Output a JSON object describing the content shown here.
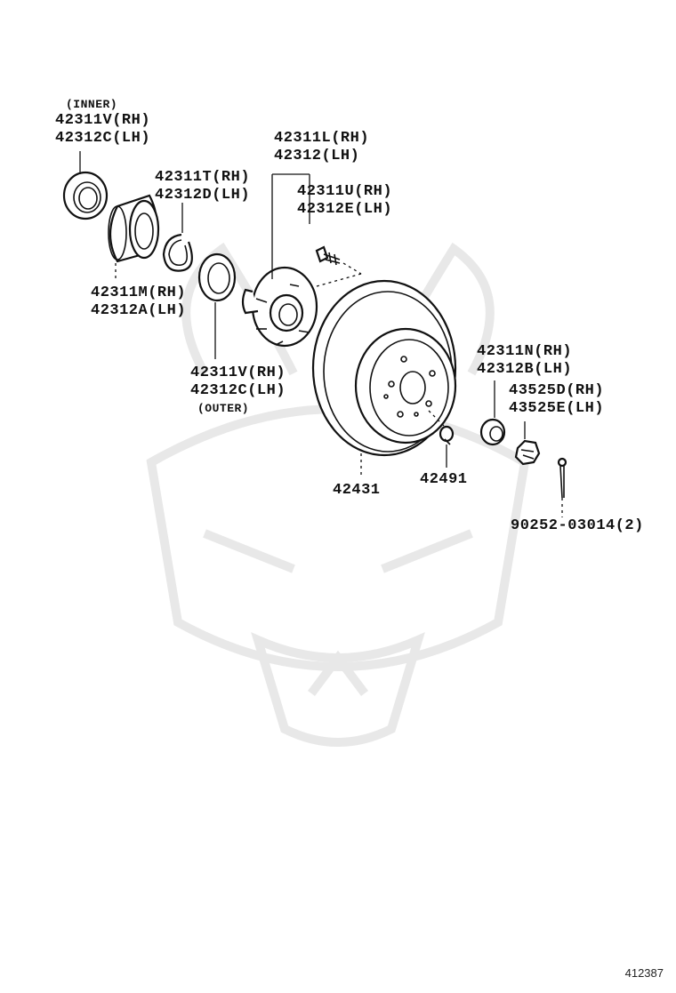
{
  "labels": {
    "inner_note": "(INNER)",
    "inner_seal_rh": "42311V(RH)",
    "inner_seal_lh": "42312C(LH)",
    "snap_ring_rh": "42311T(RH)",
    "snap_ring_lh": "42312D(LH)",
    "bearing_rh": "42311M(RH)",
    "bearing_lh": "42312A(LH)",
    "outer_seal_rh": "42311V(RH)",
    "outer_seal_lh": "42312C(LH)",
    "outer_note": "(OUTER)",
    "hub_rh": "42311L(RH)",
    "hub_lh": "42312(LH)",
    "hub_bolt_rh": "42311U(RH)",
    "hub_bolt_lh": "42312E(LH)",
    "disc": "42431",
    "screw": "42491",
    "spacer_rh": "42311N(RH)",
    "spacer_lh": "42312B(LH)",
    "nut_rh": "43525D(RH)",
    "nut_lh": "43525E(LH)",
    "cotter_pin": "90252-03014(2)"
  },
  "diagram_id": "412387"
}
